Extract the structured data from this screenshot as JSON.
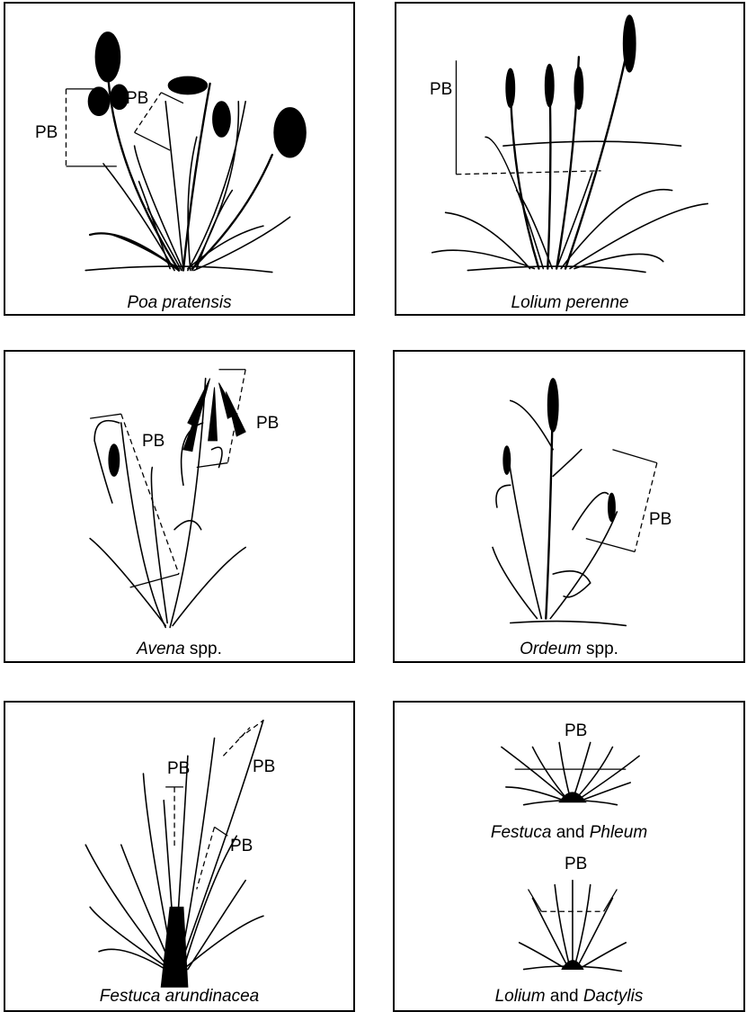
{
  "panels": [
    {
      "caption": [
        {
          "text": "Poa pratensis",
          "italic": true
        }
      ],
      "pb_labels": [
        "PB",
        "PB"
      ]
    },
    {
      "caption": [
        {
          "text": "Lolium perenne",
          "italic": true
        }
      ],
      "pb_labels": [
        "PB"
      ]
    },
    {
      "caption": [
        {
          "text": "Avena",
          "italic": true
        },
        {
          "text": " spp.",
          "italic": false
        }
      ],
      "pb_labels": [
        "PB",
        "PB"
      ]
    },
    {
      "caption": [
        {
          "text": "Ordeum",
          "italic": true
        },
        {
          "text": " spp.",
          "italic": false
        }
      ],
      "pb_labels": [
        "PB"
      ]
    },
    {
      "caption": [
        {
          "text": "Festuca arundinacea",
          "italic": true
        }
      ],
      "pb_labels": [
        "PB",
        "PB",
        "PB"
      ]
    },
    {
      "captions": [
        [
          {
            "text": "Festuca",
            "italic": true
          },
          {
            "text": " and ",
            "italic": false
          },
          {
            "text": "Phleum",
            "italic": true
          }
        ],
        [
          {
            "text": "Lolium",
            "italic": true
          },
          {
            "text": " and ",
            "italic": false
          },
          {
            "text": "Dactylis",
            "italic": true
          }
        ]
      ],
      "pb_labels": [
        "PB",
        "PB"
      ]
    }
  ]
}
